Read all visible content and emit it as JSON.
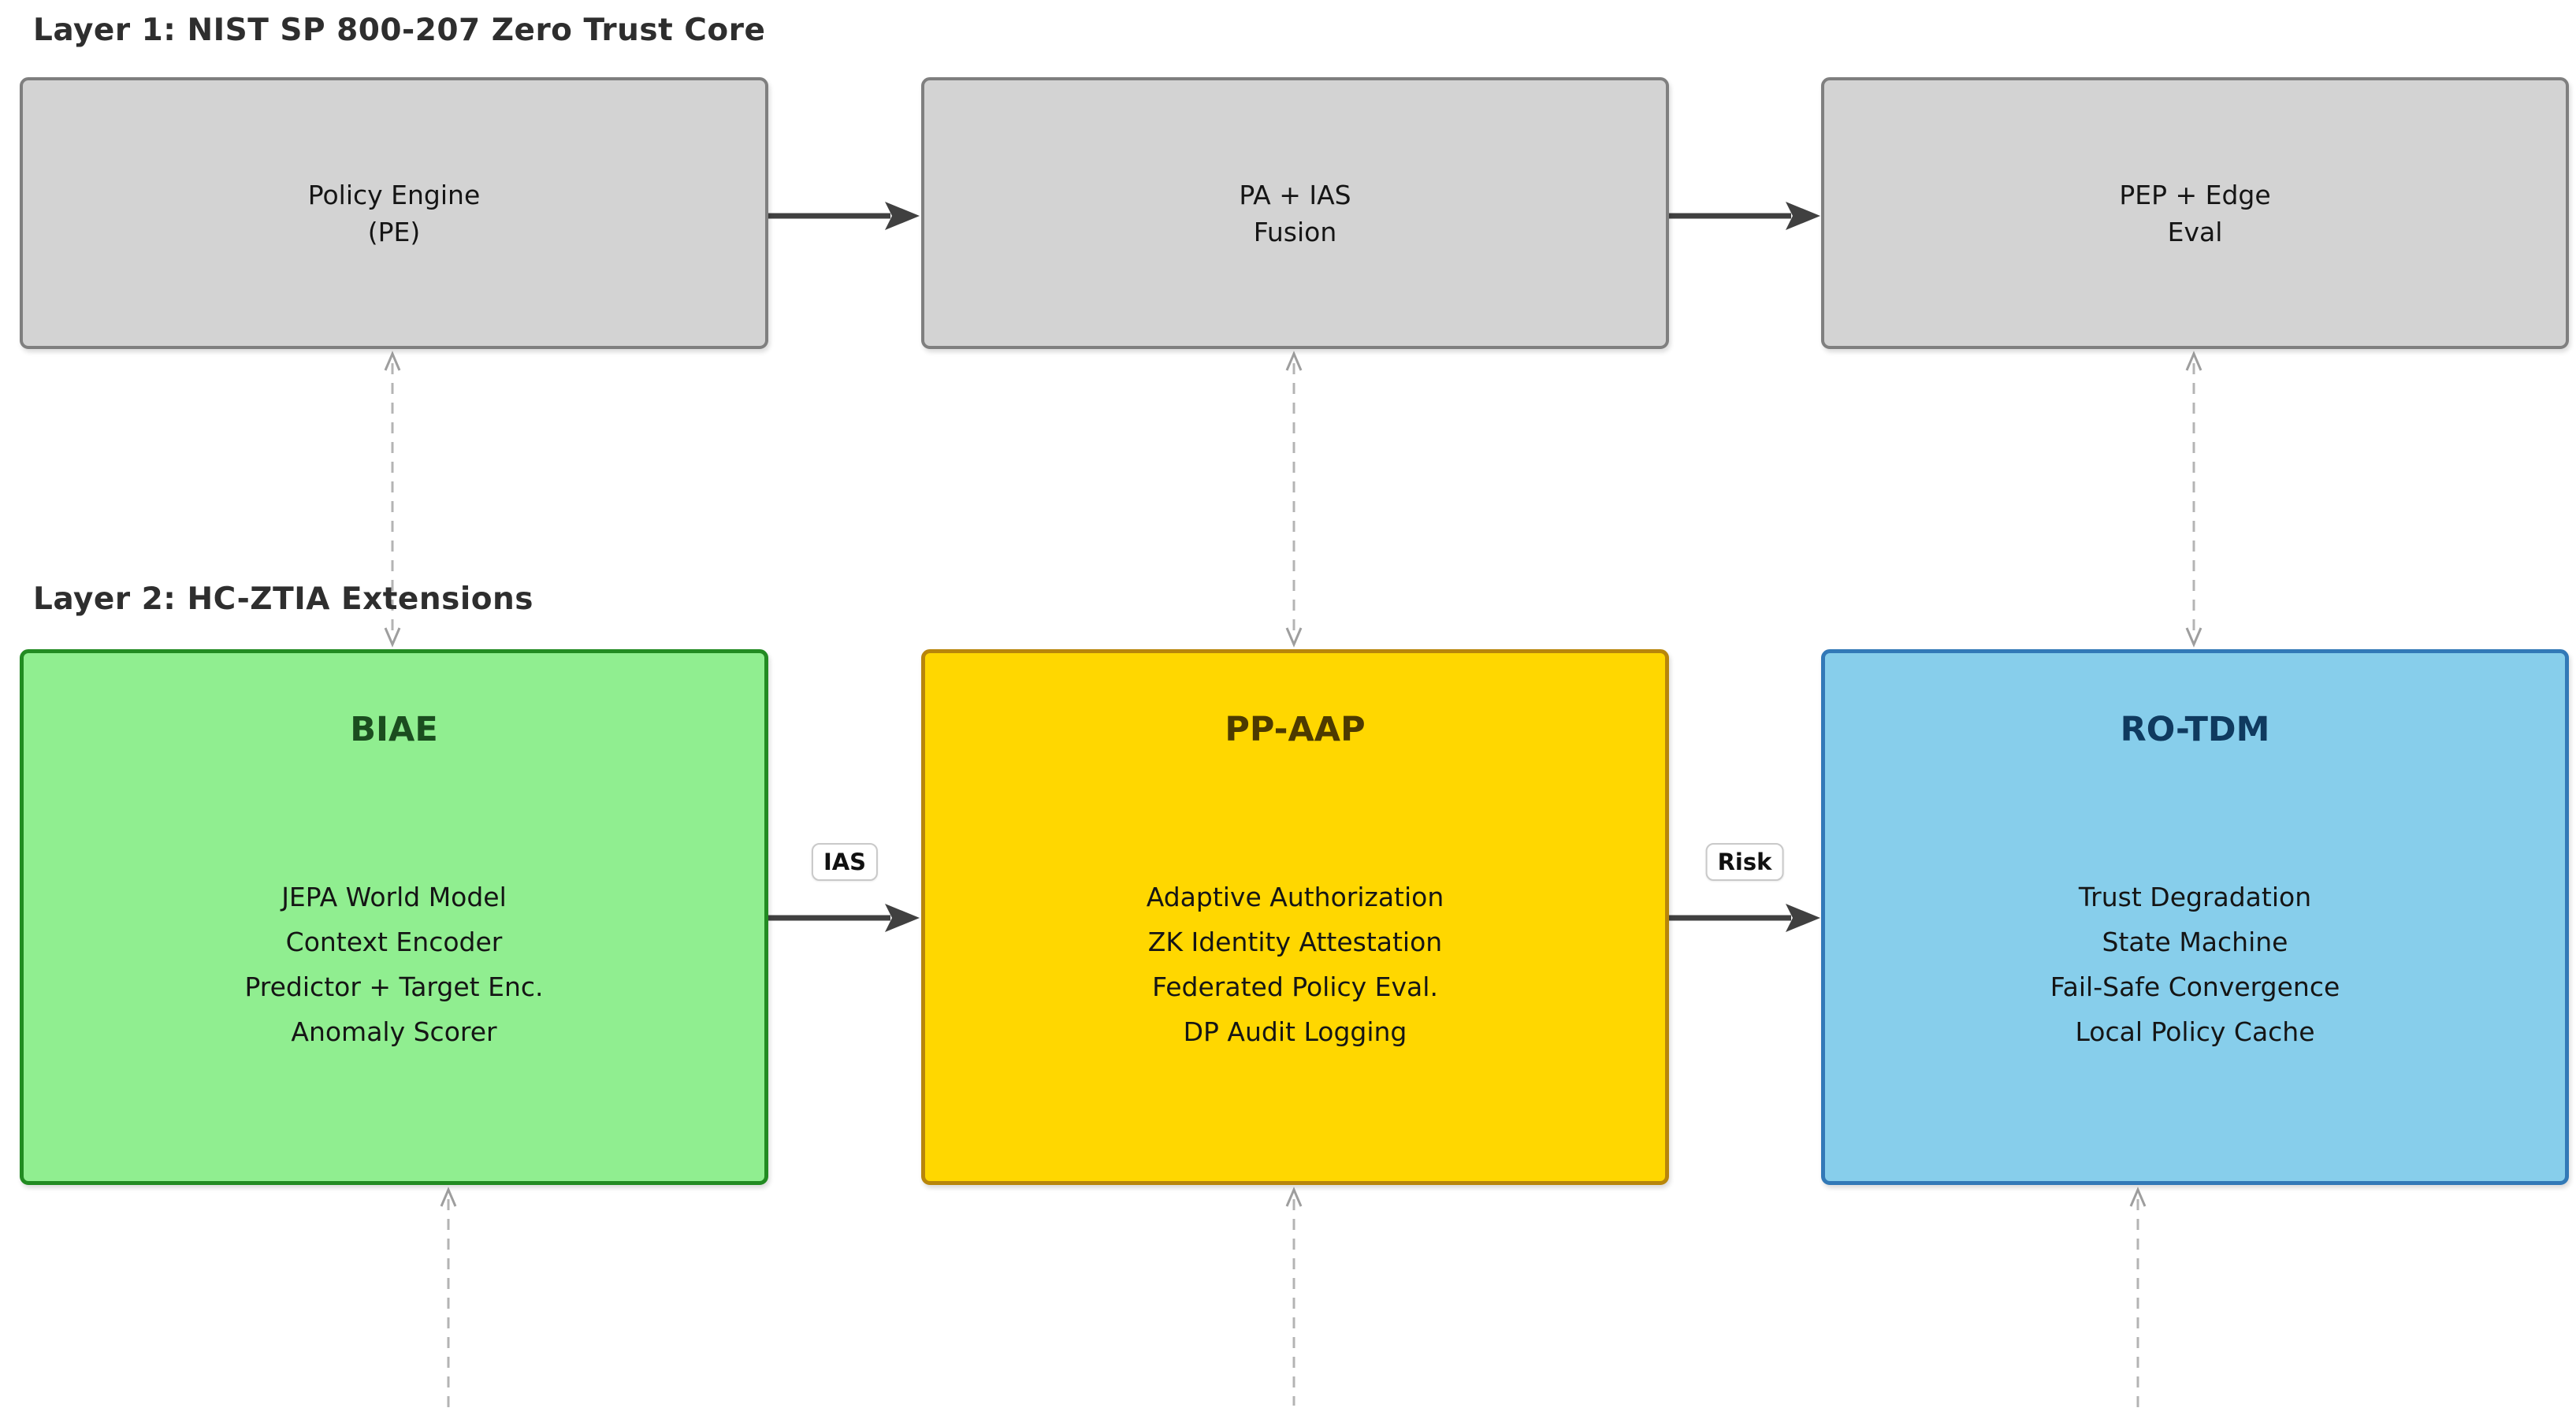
{
  "diagram": {
    "layer1": {
      "title": "Layer 1: NIST SP 800-207 Zero Trust Core",
      "nodes": [
        {
          "name": "Policy Engine",
          "subtitle": "(PE)"
        },
        {
          "name": "PA + IAS",
          "subtitle": "Fusion"
        },
        {
          "name": "PEP + Edge",
          "subtitle": "Eval"
        }
      ]
    },
    "layer2": {
      "title": "Layer 2: HC-ZTIA Extensions",
      "nodes": [
        {
          "title": "BIAE",
          "lines": [
            "JEPA World Model",
            "Context Encoder",
            "Predictor + Target Enc.",
            "Anomaly Scorer"
          ]
        },
        {
          "title": "PP-AAP",
          "lines": [
            "Adaptive Authorization",
            "ZK Identity Attestation",
            "Federated Policy Eval.",
            "DP Audit Logging"
          ]
        },
        {
          "title": "RO-TDM",
          "lines": [
            "Trust Degradation",
            "State Machine",
            "Fail-Safe Convergence",
            "Local Policy Cache"
          ]
        }
      ]
    },
    "edge_labels": [
      {
        "label": "IAS"
      },
      {
        "label": "Risk"
      }
    ],
    "colors": {
      "layer1_fill": "#d3d3d3",
      "layer1_border": "#7f7f7f",
      "biae_fill": "#90ee90",
      "biae_border": "#228b22",
      "ppaap_fill": "#ffd700",
      "ppaap_border": "#b8860b",
      "rotdm_fill": "#87ceeb",
      "rotdm_border": "#3279b7",
      "solid_arrow": "#404040",
      "dashed_arrow": "#b4b4b4"
    }
  }
}
